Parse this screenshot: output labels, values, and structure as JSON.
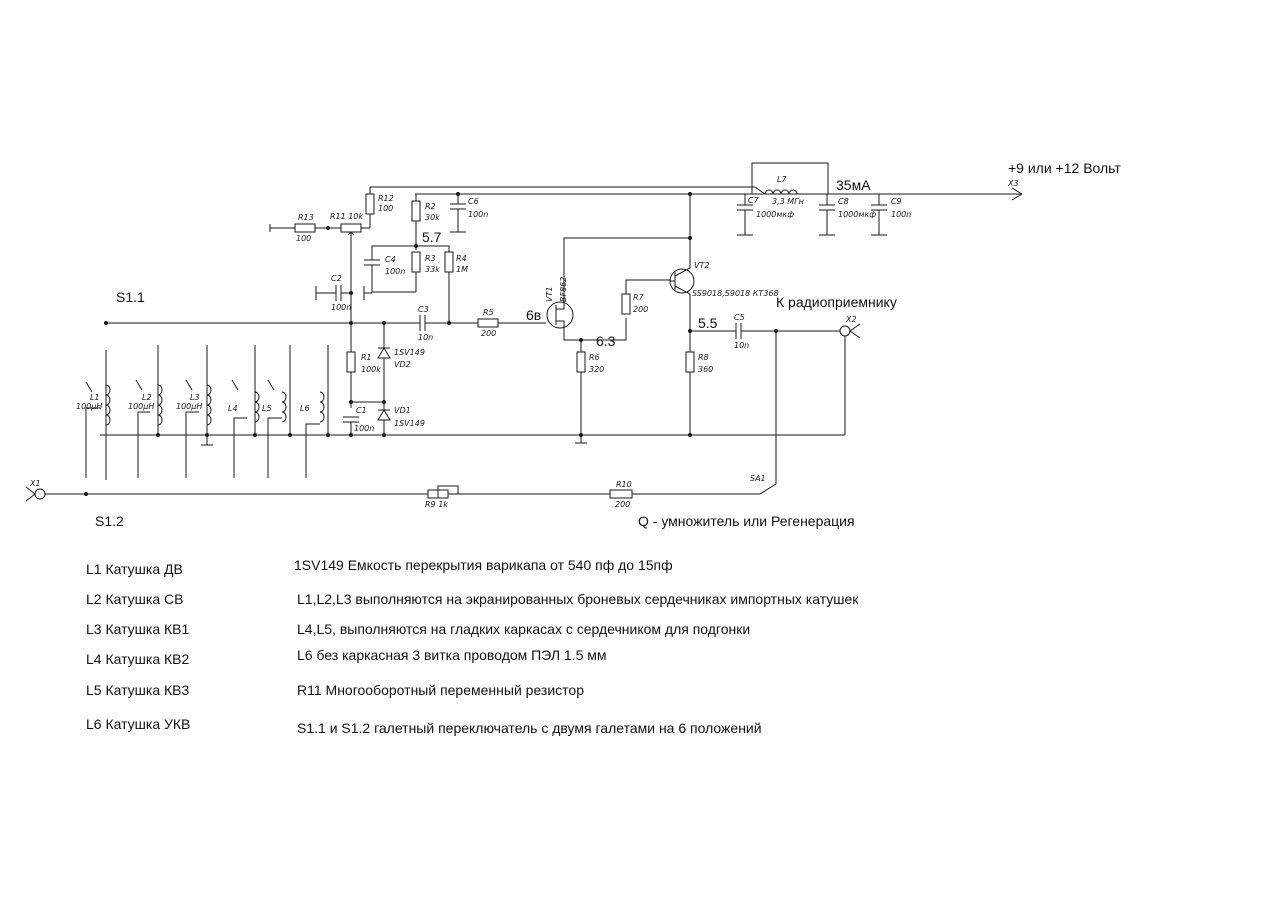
{
  "labels": {
    "supply": "+9 или +12 Вольт",
    "current": "35мА",
    "radio": "К радиоприемнику",
    "q_mult": "Q - умножитель или Регенерация",
    "s11": "S1.1",
    "s12": "S1.2",
    "v57": "5.7",
    "v6": "6в",
    "v63": "6.3",
    "v55": "5.5"
  },
  "parts": {
    "R12": {
      "ref": "R12",
      "val": "100"
    },
    "R13": {
      "ref": "R13",
      "val": "100"
    },
    "R11": {
      "ref": "R11 10k"
    },
    "R2": {
      "ref": "R2",
      "val": "30k"
    },
    "C6": {
      "ref": "C6",
      "val": "100n"
    },
    "C4": {
      "ref": "C4",
      "val": "100n"
    },
    "R3": {
      "ref": "R3",
      "val": "33k"
    },
    "R4": {
      "ref": "R4",
      "val": "1M"
    },
    "C2": {
      "ref": "C2",
      "val": "100n"
    },
    "C3": {
      "ref": "C3",
      "val": "10n"
    },
    "R5": {
      "ref": "R5",
      "val": "200"
    },
    "VT1": {
      "ref": "VT1",
      "val": "BF862"
    },
    "R7": {
      "ref": "R7",
      "val": "200"
    },
    "VT2": {
      "ref": "VT2",
      "val": "SS9018,S9018 КТ368"
    },
    "R1": {
      "ref": "R1",
      "val": "100k"
    },
    "VD2": {
      "ref": "VD2",
      "val": "1SV149"
    },
    "VD1": {
      "ref": "VD1",
      "val": "1SV149"
    },
    "C1": {
      "ref": "C1",
      "val": "100n"
    },
    "R6": {
      "ref": "R6",
      "val": "320"
    },
    "R8": {
      "ref": "R8",
      "val": "360"
    },
    "C5": {
      "ref": "C5",
      "val": "10n"
    },
    "X2": {
      "ref": "X2"
    },
    "X3": {
      "ref": "X3"
    },
    "X1": {
      "ref": "X1"
    },
    "L7": {
      "ref": "L7",
      "val": "3,3 МГн"
    },
    "C7": {
      "ref": "C7",
      "val": "1000мкф"
    },
    "C8": {
      "ref": "C8",
      "val": "1000мкф"
    },
    "C9": {
      "ref": "C9",
      "val": "100n"
    },
    "R9": {
      "ref": "R9 1k"
    },
    "R10": {
      "ref": "R10",
      "val": "200"
    },
    "SA1": {
      "ref": "SA1"
    },
    "L1": {
      "ref": "L1",
      "val": "100μH"
    },
    "L2": {
      "ref": "L2",
      "val": "100μH"
    },
    "L3": {
      "ref": "L3",
      "val": "100μH"
    },
    "L4": {
      "ref": "L4"
    },
    "L5": {
      "ref": "L5"
    },
    "L6": {
      "ref": "L6"
    }
  },
  "legend": [
    {
      "coil": "L1 Катушка ДВ",
      "note": "1SV149 Емкость перекрытия варикапа от 540 пф до 15пф"
    },
    {
      "coil": "L2 Катушка СВ",
      "note": "L1,L2,L3 выполняются на экранированных броневых сердечниках импортных катушек"
    },
    {
      "coil": "L3 Катушка КВ1",
      "note": "L4,L5, выполняются на гладких каркасах с сердечником для подгонки"
    },
    {
      "coil": "L4 Катушка КВ2",
      "note": "L6 без каркасная 3 витка проводом ПЭЛ 1.5 мм"
    },
    {
      "coil": "L5 Катушка КВ3",
      "note": "R11 Многооборотный переменный резистор"
    },
    {
      "coil": "L6 Катушка УКВ",
      "note": "S1.1  и S1.2  галетный переключатель с двумя галетами на 6 положений"
    }
  ]
}
